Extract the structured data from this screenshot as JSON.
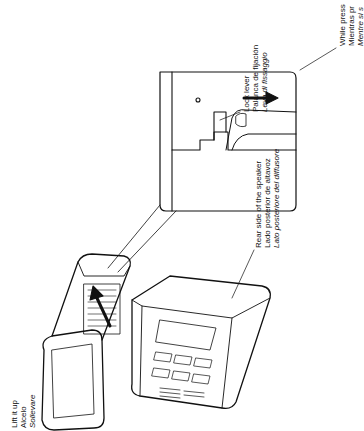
{
  "diagram": {
    "labels": [
      "While press",
      "Mientras pr",
      "Mentre si s",
      "Lock lever",
      "Palanca de fijación",
      "Leva di fissaggio",
      "Rear side of the speaker",
      "Lado posterior de altavoz",
      "Lato posteriore del diffusore",
      "Lift it up",
      "Alcelo",
      "Sollevare"
    ]
  }
}
